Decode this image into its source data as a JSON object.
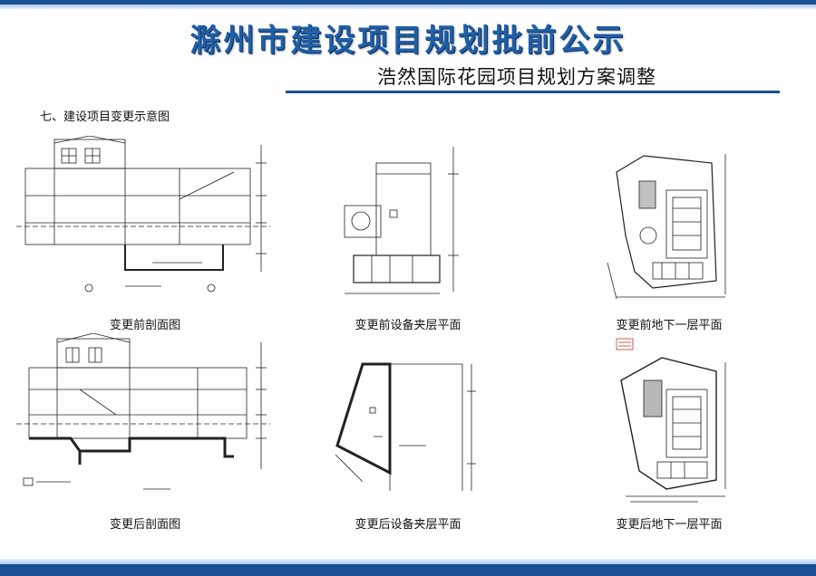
{
  "header": {
    "main_title": "滁州市建设项目规划批前公示",
    "sub_title": "浩然国际花园项目规划方案调整"
  },
  "section": {
    "heading": "七、建设项目变更示意图"
  },
  "drawings": [
    {
      "caption": "变更前剖面图"
    },
    {
      "caption": "变更前设备夹层平面"
    },
    {
      "caption": "变更前地下一层平面"
    },
    {
      "caption": "变更后剖面图"
    },
    {
      "caption": "变更后设备夹层平面"
    },
    {
      "caption": "变更后地下一层平面"
    }
  ],
  "colors": {
    "brand_blue": "#1a4f93",
    "title_blue": "#1f5fa8"
  }
}
